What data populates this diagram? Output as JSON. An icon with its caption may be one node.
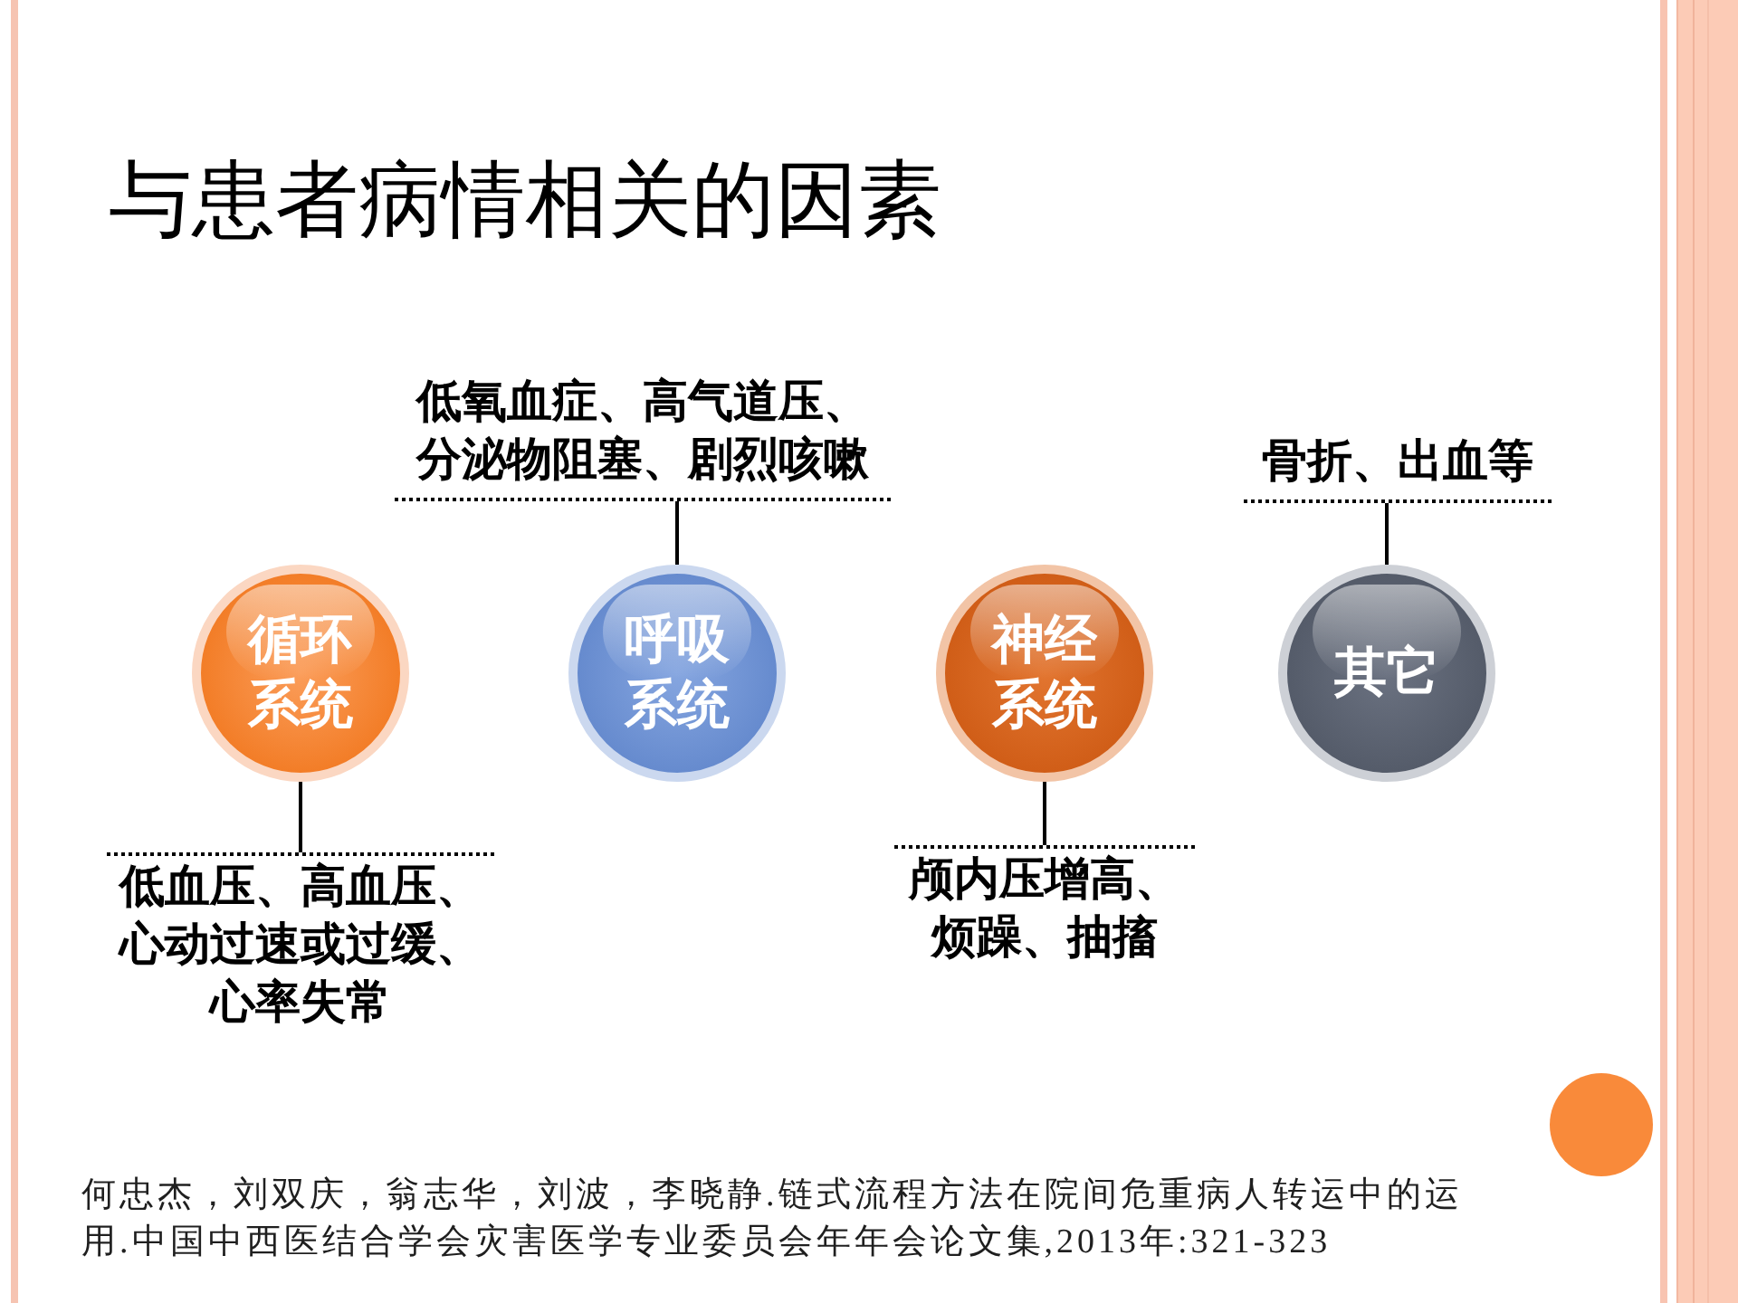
{
  "diagram": {
    "title": "与患者病情相关的因素",
    "nodes": [
      {
        "text": [
          "低氧血症、高气道压、分泌物阻塞、剧烈咳嗽"
        ]
      },
      {
        "text": [
          "骨折、出血等"
        ]
      },
      {
        "text": [
          "循环系统"
        ]
      },
      {
        "text": [
          "呼吸系统"
        ]
      },
      {
        "text": [
          "神经系统"
        ]
      },
      {
        "text": [
          "其它"
        ]
      },
      {
        "text": [
          "低血压、高血压、心动过速或过缓、心率失常"
        ]
      },
      {
        "text": [
          "颅内压增高、烦躁、抽搐"
        ]
      }
    ],
    "edges": [
      {
        "from": 3,
        "to": 0,
        "arrow": "none"
      },
      {
        "from": 5,
        "to": 1,
        "arrow": "none"
      },
      {
        "from": 2,
        "to": 6,
        "arrow": "none"
      },
      {
        "from": 4,
        "to": 7,
        "arrow": "none"
      }
    ],
    "caption": "何忠杰，刘双庆，翁志华，刘波，李晓静.链式流程方法在院间危重病人转运中的运用.中国中西医结合学会灾害医学专业委员会年年会论文集,2013年:321-323"
  }
}
